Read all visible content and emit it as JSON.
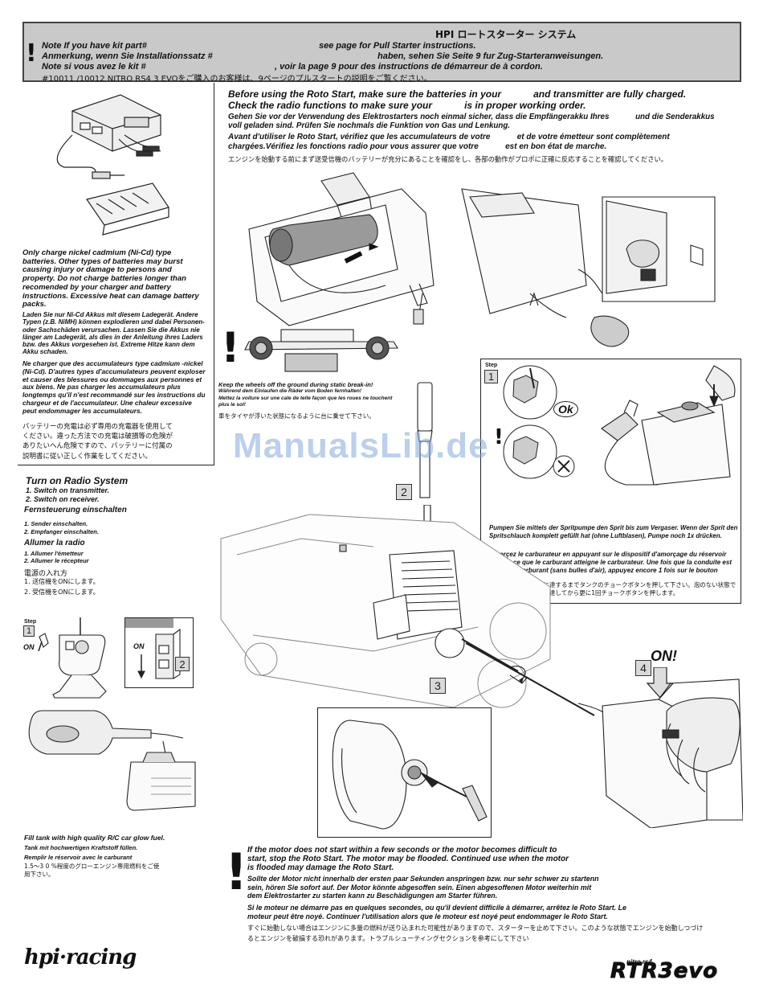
{
  "header": {
    "jp_title": "HPI ロートスターター システム",
    "lines": [
      {
        "left": "Note If  you have kit part#",
        "right": "see page    for Pull Starter instructions."
      },
      {
        "left": "Anmerkung, wenn Sie Installationssatz #",
        "right": "haben, sehen Sie Seite  9 fur Zug-Starteranweisungen."
      },
      {
        "left": "Note si vous avez le kit #",
        "right": ", voir la page 9 pour des instructions de démarreur de à cordon."
      }
    ],
    "jp_line": "#10011 /10012 NITRO RS4 3 EVOをご購入のお客様は、9ページのプルスタートの説明をご覧ください。"
  },
  "battery": {
    "en": "Only charge nickel cadmium (Ni-Cd) type batteries. Other types of batteries may burst causing injury or damage to persons and property. Do not charge batteries longer than recomended by your charger and battery instructions. Excessive heat can damage battery packs.",
    "de": "Laden Sie nur Ni-Cd Akkus mit diesem Ladegerät. Andere Typen (z.B. NiMH) können explodieren und dabei Personen- oder Sachschäden verursachen. Lassen Sie die Akkus nie länger am Ladegerät, als dies in der Anleitung ihres Laders bzw. des Akkus vorgesehen ist. Extreme Hitze kann dem Akku schaden.",
    "fr": "Ne charger que des accumulateurs type cadmium -nickel (Ni-Cd). D'autres types d'accumulateurs peuvent exploser et causer des blessures ou dommages aux personnes  et aux biens. Ne pas charger les accumulateurs plus longtemps qu'il n'est recommandé sur les instructions du chargeur et de l'accumulateur. Une chaleur excessive peut endommager les accumulateurs.",
    "jp": "バッテリーの充電は必ず専用の充電器を使用してください。違った方法での充電は破損等の危険がありたいへん危険ですので、バッテリーに付属の説明書に従い正しく作業をしてください。"
  },
  "radio": {
    "title_en": "Turn on Radio System",
    "en_steps": [
      "1. Switch on transmitter.",
      "2. Switch on receiver."
    ],
    "title_de": "Fernsteuerung einschalten",
    "de_steps": [
      "1. Sender einschalten.",
      "2. Empfanger einschalten."
    ],
    "title_fr": "Allumer la radio",
    "fr_steps": [
      "1. Allumer l'émetteur",
      "2. Allumer le récepteur"
    ],
    "title_jp": "電源の入れ方",
    "jp_steps": [
      "1. 送信機をONにします。",
      "2. 受信機をONにします。"
    ],
    "step_label": "Step",
    "step1": "1",
    "step2": "2",
    "on": "ON"
  },
  "fuel": {
    "en": "Fill tank with high quality R/C car glow fuel.",
    "de": "Tank mit hochwertigen Kraftstoff füllen.",
    "fr": "Remplir le réservoir avec le carburant",
    "jp": "1.5～3 0 %程度のグローエンジン専用燃料をご使用下さい。"
  },
  "before": {
    "en1": "Before using the Roto Start, make sure the batteries in your            and transmitter are fully charged.",
    "en2": "Check the radio functions to make sure your            is in proper working order.",
    "de": "Gehen Sie vor der Verwendung des Elektrostarters noch einmal sicher, dass die Empfängerakku Ihres            und die Senderakkus voll geladen sind. Prüfen Sie nochmals die Funktion von Gas und Lenkung.",
    "fr": "Avant d'utiliser le Roto Start, vérifiez que les accumulateurs de votre            et de votre émetteur sont complètement chargées.Vérifiez les fonctions radio pour vous assurer que votre            est en bon état de marche.",
    "jp": "エンジンを始動する前にまず送受信機のバッテリーが充分にあることを確認をし、各部の動作がプロポに正確に反応することを確認してください。"
  },
  "wheels": {
    "en": "Keep the wheels off the ground during static break-in!",
    "de": "Während dem Einlaufen die Räder vom Boden fernhalten!",
    "fr": "Mettez la voiture sur une cale de telle façon que les roues ne touchent plus le sol!",
    "jp": "車をタイヤが浮いた状態になるように台に乗せて下さい。"
  },
  "prime": {
    "step_label": "Step",
    "step": "1",
    "ok": "Ok",
    "en": "Pumpen Sie mittels der Spritpumpe den Sprit bis zum Vergaser. Wenn der Sprit den Spritschlauch komplett gefüllt hat (ohne Luftblasen), Pumpe noch 1x drücken.",
    "fr": "Amorçez le carburateur en appuyant sur le dispositif d'amorçage du réservoir jusqu'à ce que le carburant atteigne le carburateur. Une fois que la conduite est pleine de carburant (sans bulles d'air), appuyez encore 1 fois sur le bouton d'amorçage.",
    "jp": "燃料がキャブレターに達するまでタンクのチョークボタンを押して下さい。泡のない状態で燃料がキャブレターに達してから更に1回チョークボタンを押します。"
  },
  "steps": {
    "s2": "2",
    "s3": "3",
    "s4": "4",
    "on": "ON!"
  },
  "motor": {
    "en": "If the motor does not start within a few seconds or the motor becomes difficult to start, stop the Roto Start. The motor may be flooded. Continued use when the motor is flooded may damage the Roto Start.",
    "de": "Sollte der Motor nicht innerhalb der ersten paar Sekunden anspringen bzw. nur sehr schwer zu startenn sein, hören Sie sofort auf. Der Motor könnte abgesoffen sein. Einen abgesoffenen Motor weiterhin mit dem Elektrostarter zu starten kann zu Beschädigungen am Starter führen.",
    "fr": "Si le moteur ne démarre pas en quelques secondes, ou qu'il devient difficile à démarrer, arrêtez le Roto Start. Le moteur peut être noyé. Continuer l'utilisation alors que le moteur est noyé peut endommager le Roto Start.",
    "jp": "すぐに始動しない場合はエンジンに多量の燃料が送り込まれた可能性がありますので、スターターを止めて下さい。このような状態でエンジンを始動しつづけるとエンジンを破損する恐れがあります。トラブルシューティングセクションを参考にして下さい"
  },
  "footer": {
    "brand": "hpi·racing",
    "model_small": "nitro rs4",
    "model": "RTR3evo"
  },
  "watermark": "ManualsLib.de",
  "colors": {
    "header_bg": "#c9c9c9",
    "watermark": "#82aadc"
  }
}
